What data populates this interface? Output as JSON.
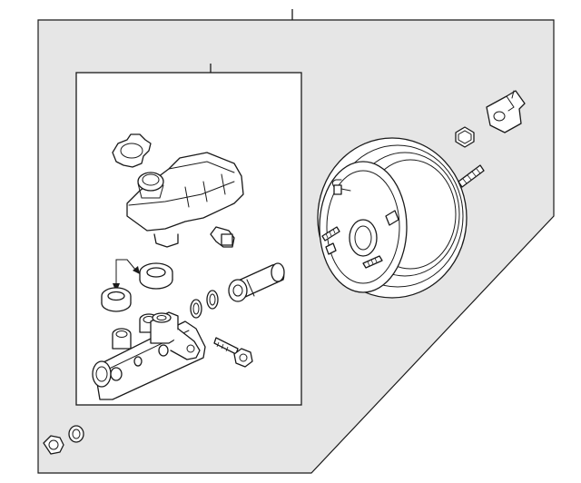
{
  "diagram": {
    "kind": "exploded parts diagram",
    "colors": {
      "line": "#1a1a1a",
      "panel_fill": "#e6e6e6",
      "inset_fill": "#ffffff",
      "part_fill": "#ffffff"
    },
    "callouts": [
      {
        "id": "assembly",
        "label": ""
      },
      {
        "id": "master-cylinder-kit",
        "label": ""
      }
    ],
    "parts": [
      "brake-booster",
      "booster-bracket",
      "booster-nut",
      "reservoir-cap",
      "fluid-reservoir",
      "reservoir-grommet-left",
      "reservoir-grommet-right",
      "master-cylinder-body",
      "piston-seal",
      "o-ring",
      "check-valve-bolt",
      "pushrod-adapter",
      "flange-nut",
      "washer"
    ]
  }
}
